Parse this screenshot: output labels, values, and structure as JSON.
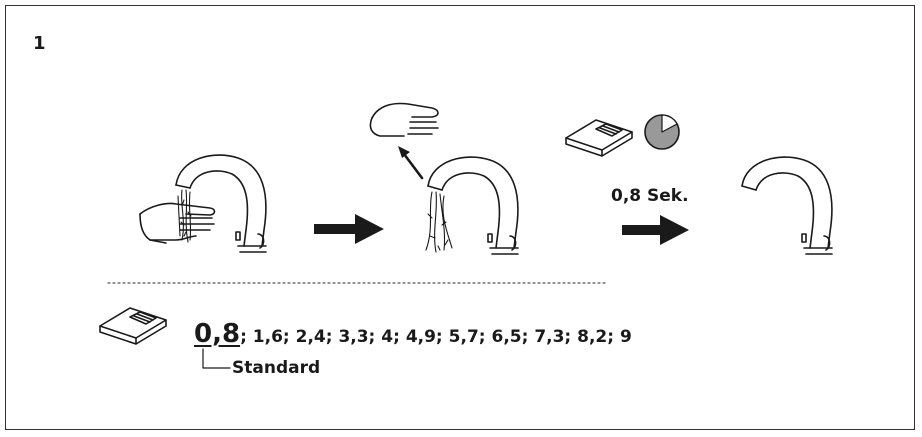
{
  "figure": {
    "step_number": "1",
    "duration_label": "0,8 Sek.",
    "default_value": "0,8",
    "other_values": "; 1,6; 2,4; 3,3; 4; 4,9; 5,7; 6,5; 7,3; 8,2; 9",
    "default_label": "Standard"
  },
  "colors": {
    "line": "#1a1a1a",
    "timer_fill": "#999999",
    "arrow_fill": "#1a1a1a"
  },
  "icons": [
    "hands-icon",
    "faucet-icon",
    "water-stream-icon",
    "hand-icon",
    "arrow-right-icon",
    "arrow-up-left-icon",
    "remote-control-icon",
    "timer-icon"
  ]
}
